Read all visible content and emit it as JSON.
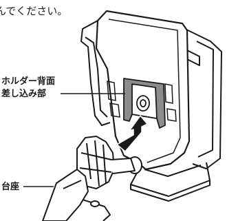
{
  "header_text": "んでください。",
  "labels": {
    "holder_back_line1": "ホルダー背面",
    "holder_back_line2": "差し込み部",
    "base": "台座"
  },
  "colors": {
    "ink": "#1a1a1a",
    "grey_fill": "#8c8c8c",
    "background": "#ffffff"
  }
}
